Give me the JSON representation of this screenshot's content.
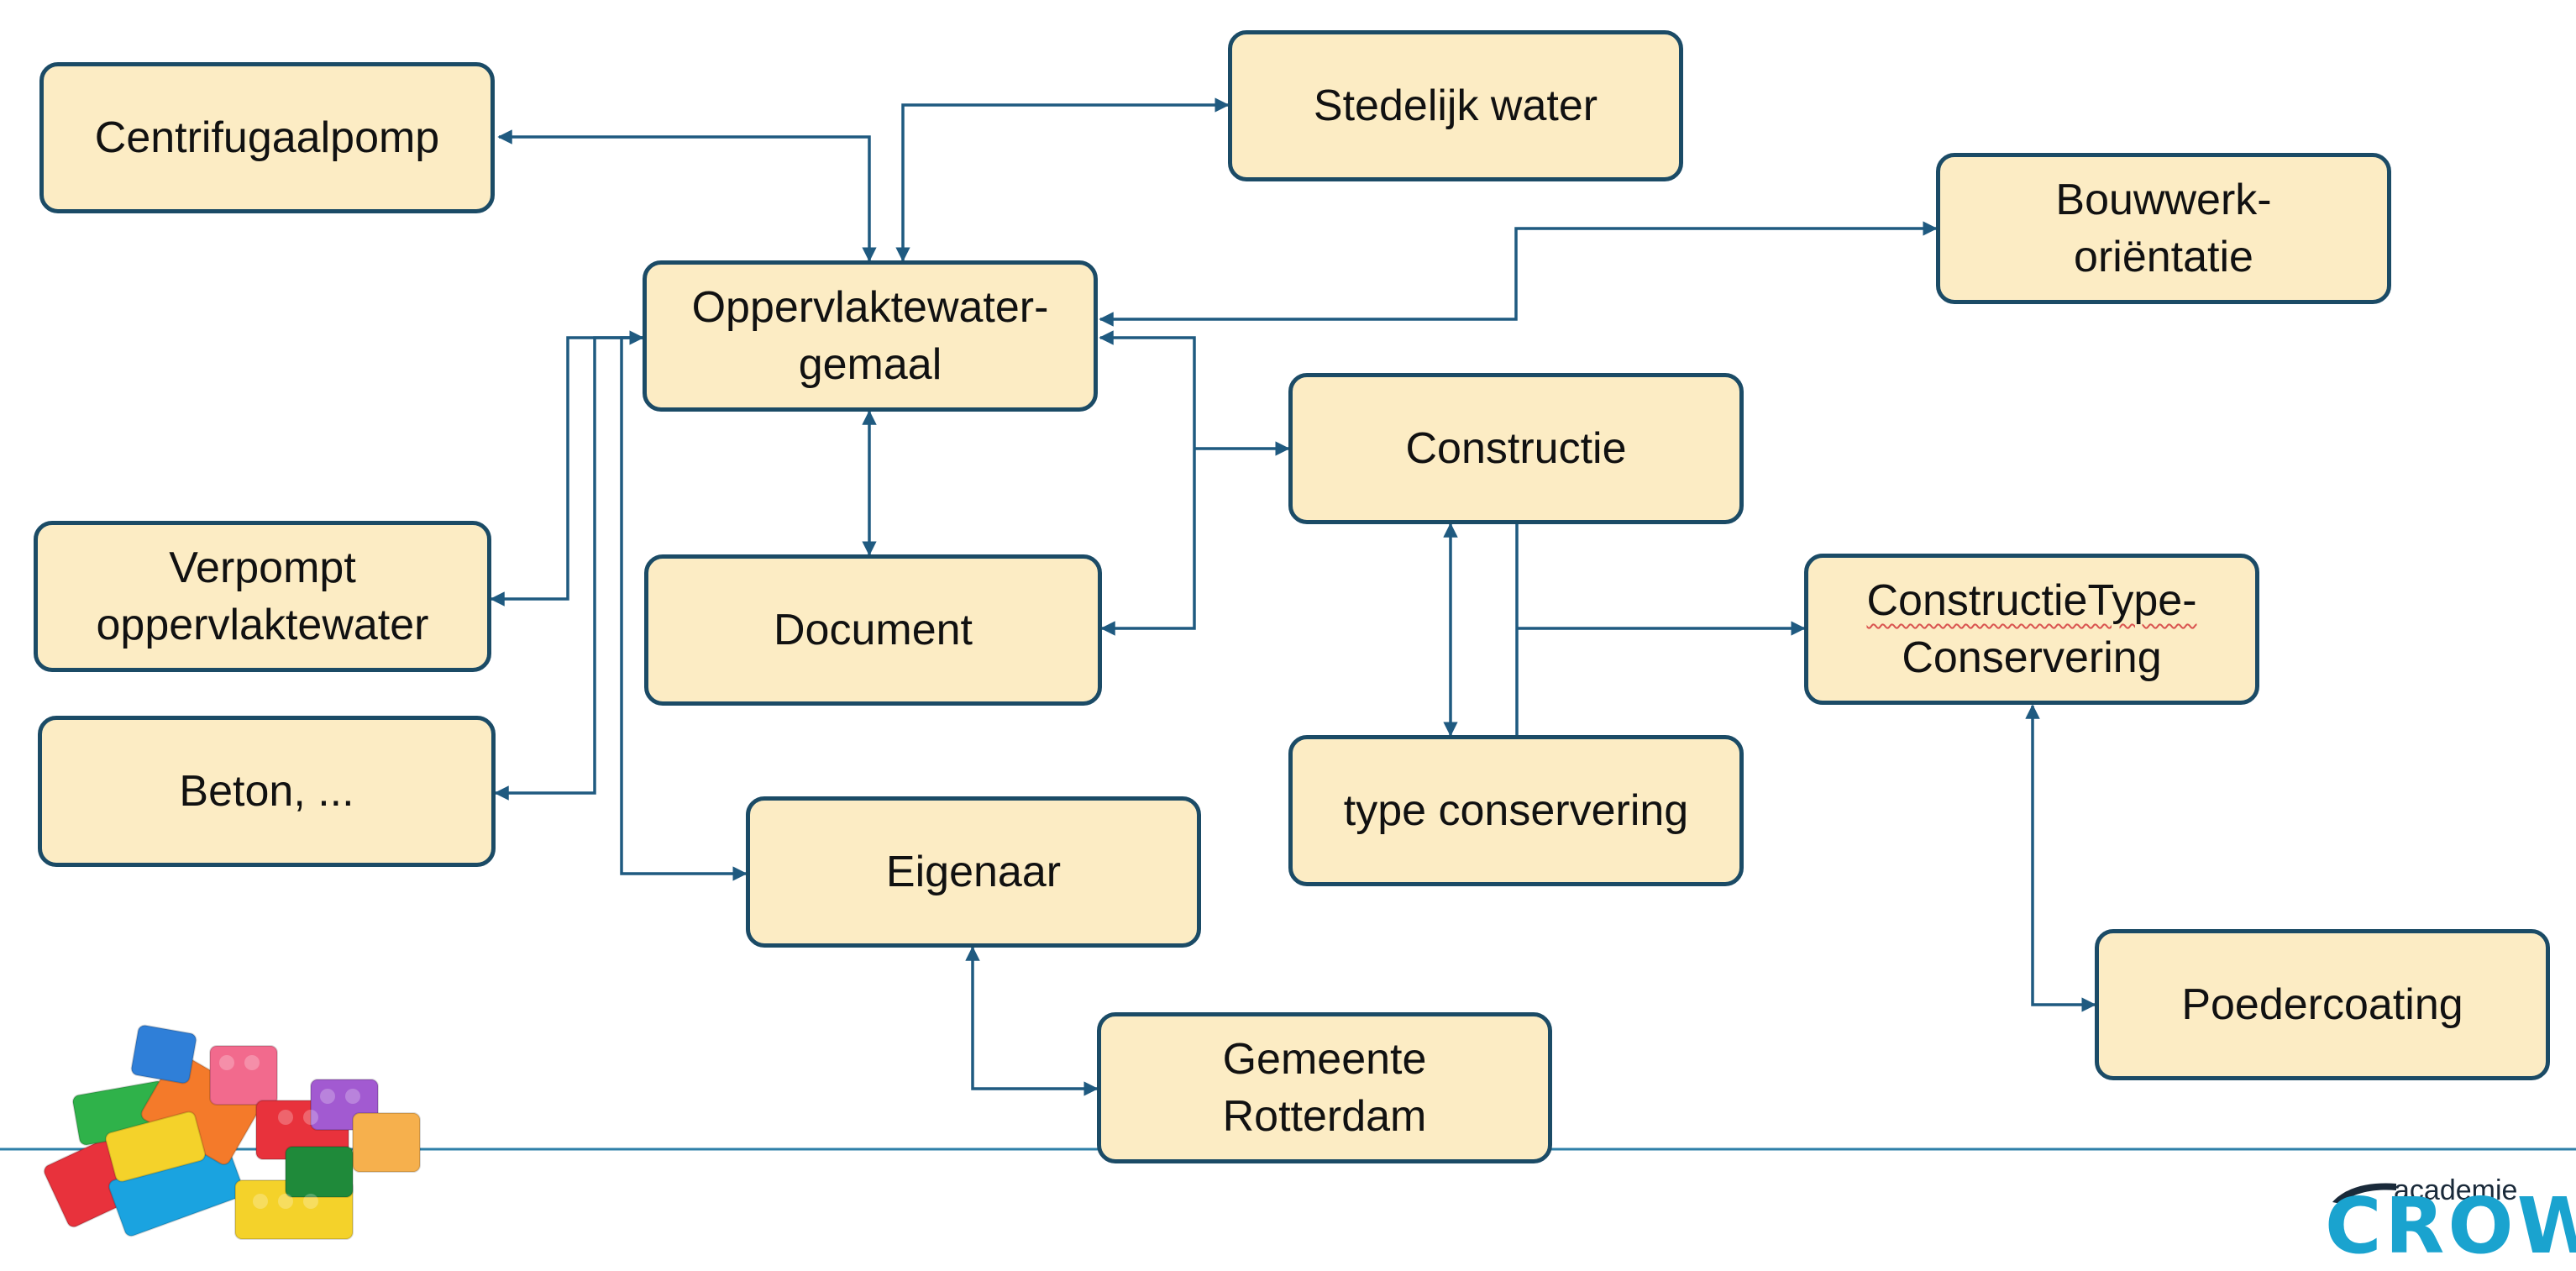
{
  "nodes": {
    "centrifugaalpomp": "Centrifugaalpomp",
    "stedelijk_water": "Stedelijk water",
    "bouwwerk_orientatie": [
      "Bouwwerk-",
      "oriëntatie"
    ],
    "oppervlaktewater_gemaal": [
      "Oppervlaktewater-",
      "gemaal"
    ],
    "constructie": "Constructie",
    "verpompt_oppervlaktewater": [
      "Verpompt",
      "oppervlaktewater"
    ],
    "document": "Document",
    "constructietype_conservering": [
      "ConstructieType-",
      "Conservering"
    ],
    "beton": "Beton, ...",
    "type_conservering": "type conservering",
    "eigenaar": "Eigenaar",
    "poedercoating": "Poedercoating",
    "gemeente_rotterdam": [
      "Gemeente",
      "Rotterdam"
    ]
  },
  "logo": {
    "sub": "academie",
    "word": "CROW"
  },
  "colors": {
    "node_fill": "#fcecc4",
    "node_border": "#1b4b66",
    "edge": "#1f5a80",
    "baseline": "#2e7fa8",
    "logo": "#1aa3cf"
  }
}
